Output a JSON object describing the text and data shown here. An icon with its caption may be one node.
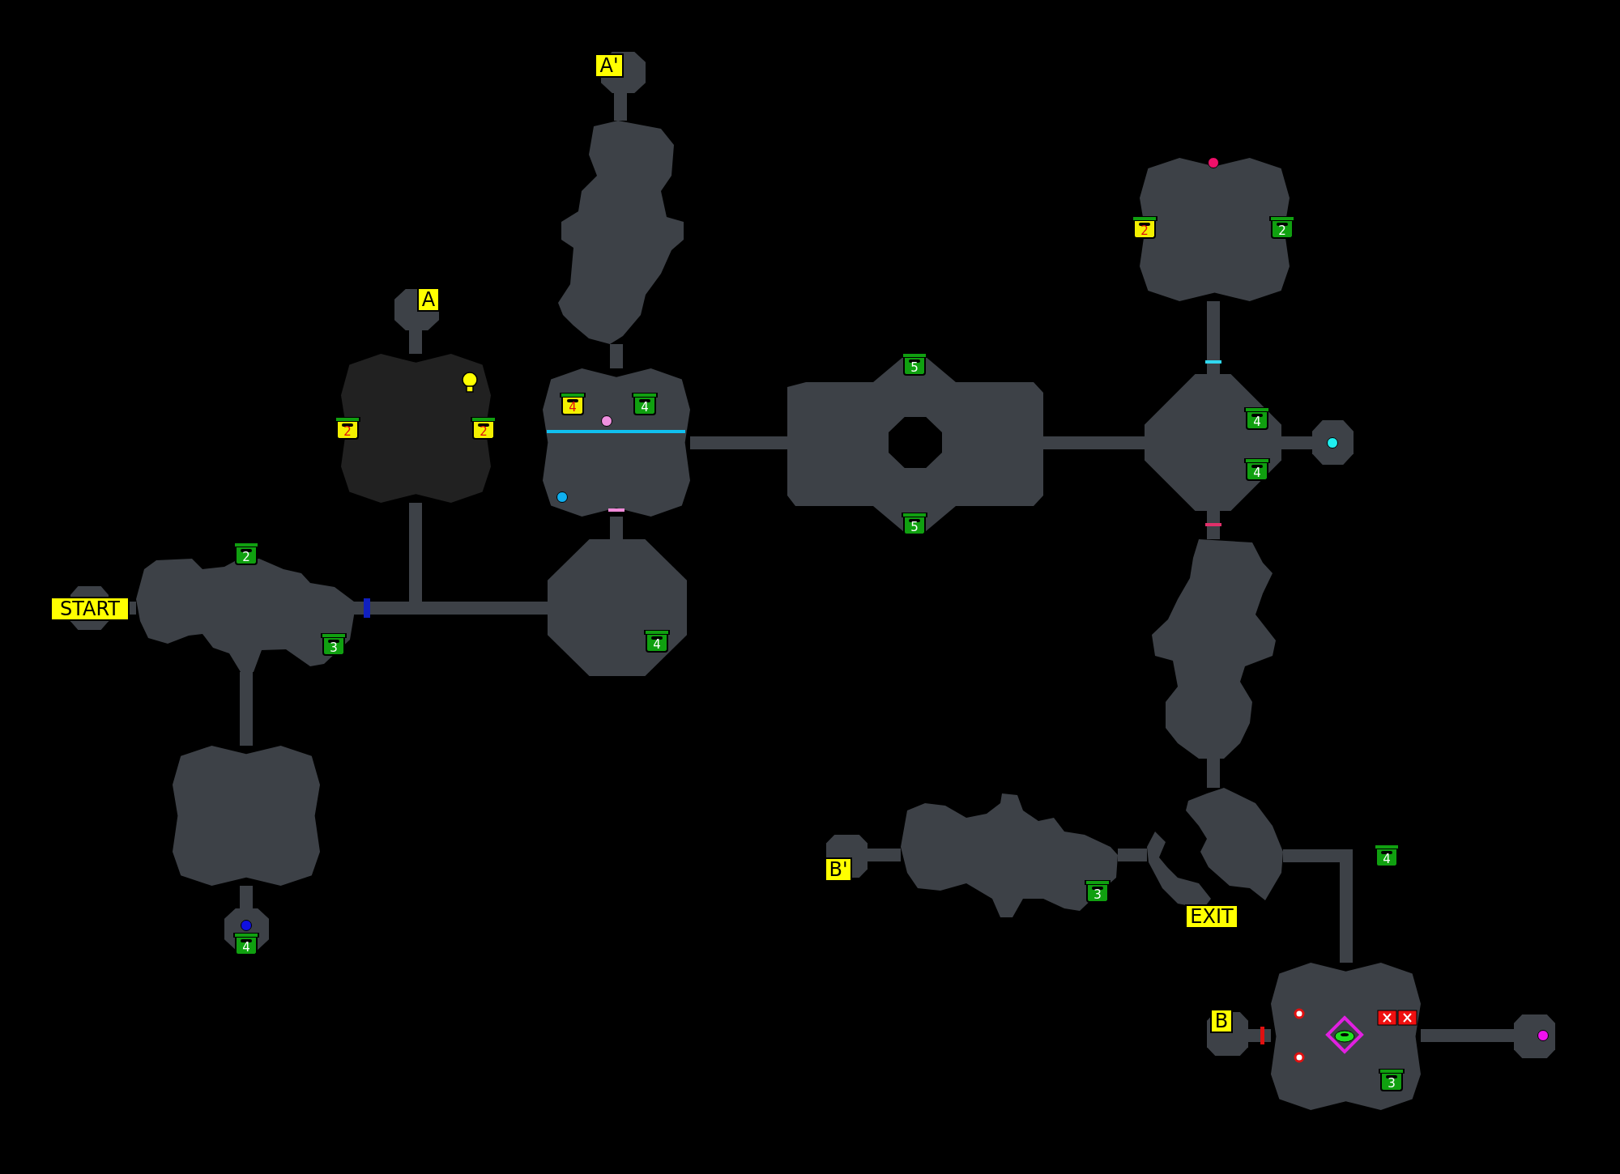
{
  "diagram": {
    "nodes": [
      {
        "text": [
          "START"
        ]
      },
      {
        "text": [],
        "shape": "cave"
      },
      {
        "text": [],
        "shape": "box"
      },
      {
        "text": [],
        "shape": "octagon"
      },
      {
        "text": [],
        "shape": "box"
      },
      {
        "text": [
          "A"
        ]
      },
      {
        "text": [],
        "shape": "octagon"
      },
      {
        "text": [],
        "shape": "box"
      },
      {
        "text": [],
        "shape": "cave"
      },
      {
        "text": [
          "A'"
        ]
      },
      {
        "text": [],
        "shape": "cave"
      },
      {
        "text": [],
        "shape": "octagon"
      },
      {
        "text": [],
        "shape": "box"
      },
      {
        "text": [],
        "shape": "octagon"
      },
      {
        "text": [],
        "shape": "cave"
      },
      {
        "text": [],
        "shape": "cave",
        "beside": [
          "EXIT"
        ]
      },
      {
        "text": [],
        "shape": "cave"
      },
      {
        "text": [
          "B'"
        ]
      },
      {
        "text": [],
        "shape": "box"
      },
      {
        "text": [
          "B"
        ]
      },
      {
        "text": [],
        "shape": "octagon"
      },
      {
        "text": [
          "2"
        ]
      },
      {
        "text": [
          "3"
        ],
        "in": 1
      },
      {
        "text": [
          "4"
        ]
      },
      {
        "text": [
          "2"
        ]
      },
      {
        "text": [
          "2"
        ]
      },
      {
        "text": [
          "4"
        ],
        "in": 7
      },
      {
        "text": [
          "4"
        ],
        "in": 7
      },
      {
        "text": [
          "4"
        ],
        "in": 6
      },
      {
        "text": [
          "5"
        ],
        "in": 10
      },
      {
        "text": [
          "5"
        ],
        "in": 10
      },
      {
        "text": [
          "2"
        ]
      },
      {
        "text": [
          "2"
        ]
      },
      {
        "text": [
          "4"
        ],
        "in": 11
      },
      {
        "text": [
          "4"
        ],
        "in": 11
      },
      {
        "text": [
          "4"
        ]
      },
      {
        "text": [
          "3"
        ],
        "in": 16
      },
      {
        "text": [
          "3"
        ],
        "in": 18
      }
    ],
    "edges": [
      {
        "from": 0,
        "to": 1,
        "arrow": "none"
      },
      {
        "from": 1,
        "to": 6,
        "arrow": "none"
      },
      {
        "from": 1,
        "to": 4,
        "arrow": "none"
      },
      {
        "from": 1,
        "to": 2,
        "arrow": "none"
      },
      {
        "from": 2,
        "to": 3,
        "arrow": "none"
      },
      {
        "from": 4,
        "to": 5,
        "arrow": "none"
      },
      {
        "from": 6,
        "to": 7,
        "arrow": "none"
      },
      {
        "from": 7,
        "to": 8,
        "arrow": "none"
      },
      {
        "from": 8,
        "to": 9,
        "arrow": "none"
      },
      {
        "from": 7,
        "to": 10,
        "arrow": "none"
      },
      {
        "from": 10,
        "to": 11,
        "arrow": "none"
      },
      {
        "from": 11,
        "to": 12,
        "arrow": "none"
      },
      {
        "from": 11,
        "to": 13,
        "arrow": "none"
      },
      {
        "from": 11,
        "to": 14,
        "arrow": "none"
      },
      {
        "from": 14,
        "to": 15,
        "arrow": "none"
      },
      {
        "from": 15,
        "to": 18,
        "arrow": "none"
      },
      {
        "from": 16,
        "to": 15,
        "arrow": "none"
      },
      {
        "from": 17,
        "to": 16,
        "arrow": "none"
      },
      {
        "from": 19,
        "to": 18,
        "arrow": "none"
      },
      {
        "from": 18,
        "to": 20,
        "arrow": "none"
      }
    ]
  }
}
